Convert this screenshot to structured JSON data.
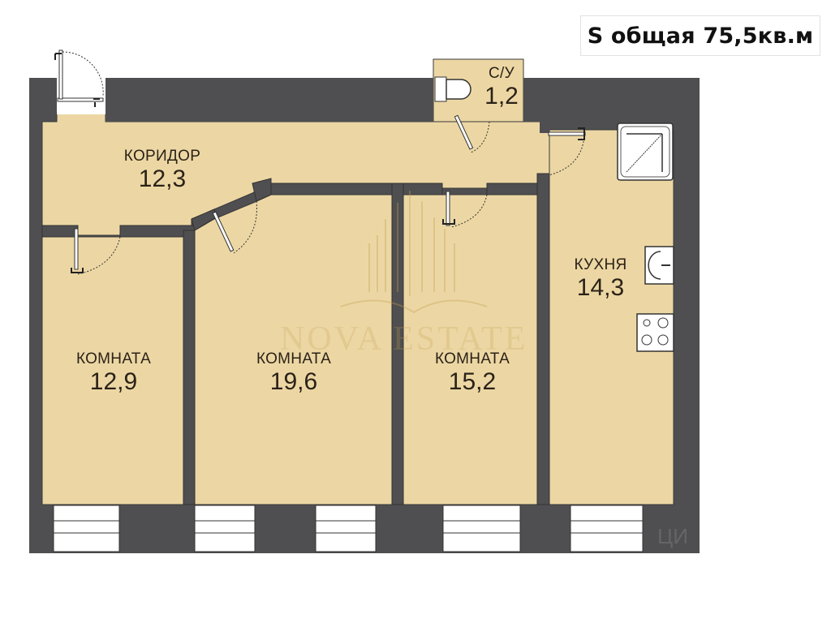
{
  "header": {
    "total_area_label": "S общая 75,5кв.м"
  },
  "rooms": [
    {
      "id": "corridor",
      "name": "КОРИДОР",
      "area": "12,3"
    },
    {
      "id": "bathroom",
      "name": "С/У",
      "area": "1,2"
    },
    {
      "id": "kitchen",
      "name": "КУХНЯ",
      "area": "14,3"
    },
    {
      "id": "room1",
      "name": "КОМНАТА",
      "area": "12,9"
    },
    {
      "id": "room2",
      "name": "КОМНАТА",
      "area": "19,6"
    },
    {
      "id": "room3",
      "name": "КОМНАТА",
      "area": "15,2"
    }
  ],
  "watermarks": {
    "brand": "NOVA ESTATE",
    "corner": "ЦИ"
  },
  "colors": {
    "floor": "#ecd7a4",
    "wall": "#4f4f51",
    "window": "#ffffff",
    "watermark": "#c49e50"
  }
}
